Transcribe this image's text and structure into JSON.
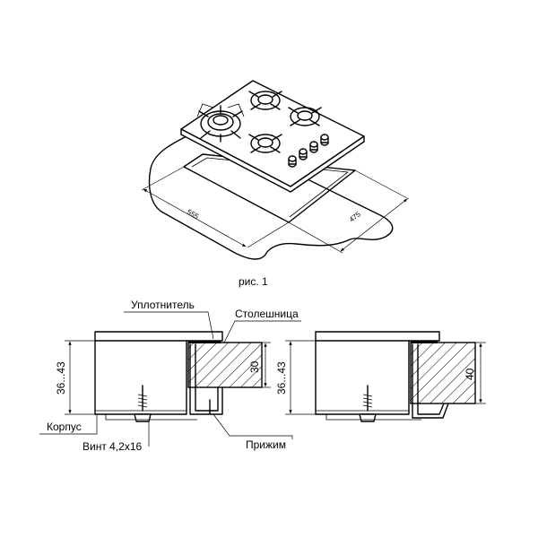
{
  "top_figure": {
    "dim_depth": "555",
    "dim_width": "475",
    "caption": "рис. 1"
  },
  "section_left": {
    "label_seal": "Уплотнитель",
    "label_countertop": "Столешница",
    "label_body": "Корпус",
    "label_screw": "Винт 4,2x16",
    "label_clamp": "Прижим",
    "dim_height": "36...43",
    "dim_thickness": "30"
  },
  "section_right": {
    "dim_height": "36...43",
    "dim_thickness": "40"
  }
}
